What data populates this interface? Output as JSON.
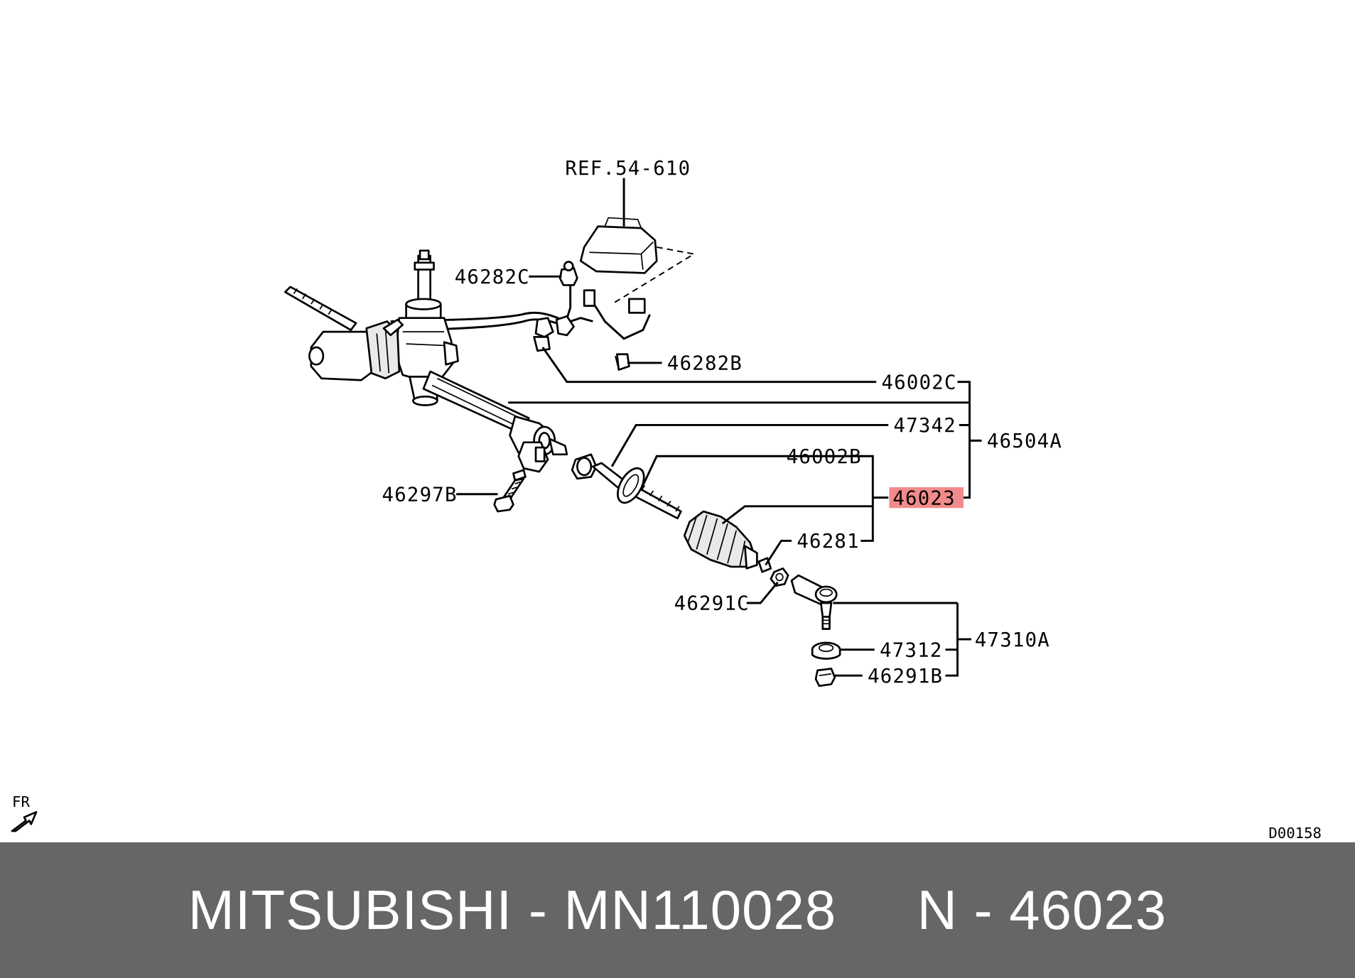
{
  "callouts": {
    "ref": "REF.54-610",
    "c46282C": "46282C",
    "c46282B": "46282B",
    "c46002C": "46002C",
    "c47342": "47342",
    "c46504A": "46504A",
    "c46002B": "46002B",
    "c46023": "46023",
    "c46297B": "46297B",
    "c46281": "46281",
    "c46291C": "46291C",
    "c47310A": "47310A",
    "c47312": "47312",
    "c46291B": "46291B"
  },
  "highlight_color": "#f28b8b",
  "orientation_label": "FR",
  "diagram_code": "D00158",
  "footer": {
    "brand_part": "MITSUBISHI - MN110028",
    "ref_part": "N - 46023",
    "background": "#666666"
  }
}
